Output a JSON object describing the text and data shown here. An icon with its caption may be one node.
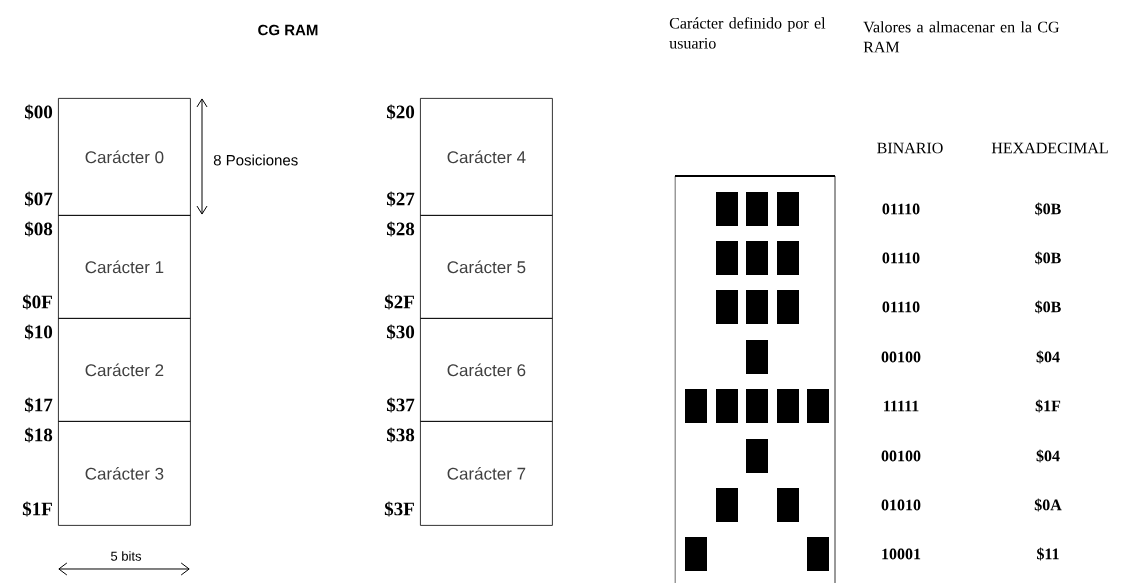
{
  "diagram": {
    "title": "CG RAM",
    "nodes": [
      {
        "text": [
          "Carácter 0"
        ],
        "beside": [
          "$00",
          "$07"
        ]
      },
      {
        "text": [
          "Carácter 1"
        ],
        "beside": [
          "$08",
          "$0F"
        ]
      },
      {
        "text": [
          "Carácter 2"
        ],
        "beside": [
          "$10",
          "$17"
        ]
      },
      {
        "text": [
          "Carácter 3"
        ],
        "beside": [
          "$18",
          "$1F"
        ]
      },
      {
        "text": [
          "Carácter 4"
        ],
        "beside": [
          "$20",
          "$27"
        ]
      },
      {
        "text": [
          "Carácter 5"
        ],
        "beside": [
          "$28",
          "$2F"
        ]
      },
      {
        "text": [
          "Carácter 6"
        ],
        "beside": [
          "$30",
          "$37"
        ]
      },
      {
        "text": [
          "Carácter 7"
        ],
        "beside": [
          "$38",
          "$3F"
        ]
      }
    ],
    "labels": [
      "8 Posiciones",
      "5 bits",
      "Carácter definido por el usuario",
      "Valores a almacenar en la CG RAM",
      "BINARIO",
      "HEXADECIMAL",
      "01110",
      "$0B",
      "01110",
      "$0B",
      "01110",
      "$0B",
      "00100",
      "$04",
      "11111",
      "$1F",
      "00100",
      "$04",
      "01010",
      "$0A",
      "10001",
      "$11"
    ]
  }
}
